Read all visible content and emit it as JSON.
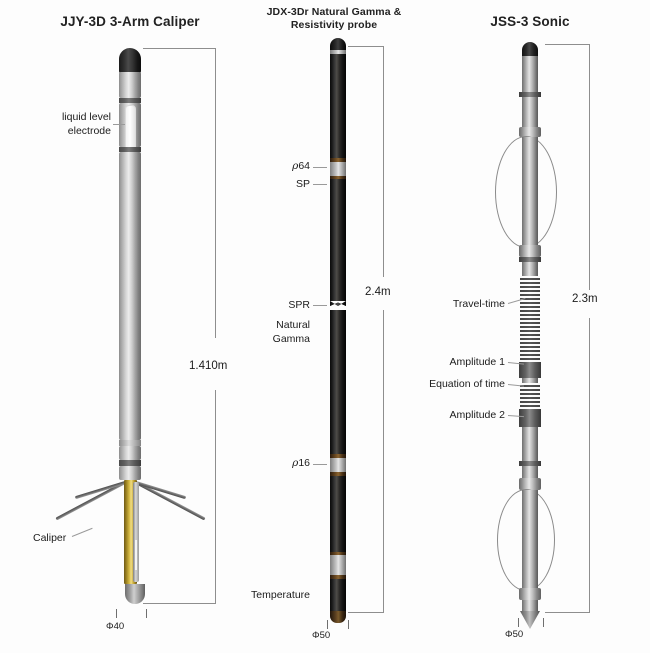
{
  "figure": {
    "background_color": "#fdfdfd",
    "line_color": "#8e8e8e",
    "text_color": "#1a1a1a"
  },
  "probes": [
    {
      "id": "jjy-3d",
      "title": "JJY-3D  3-Arm Caliper",
      "length_label": "1.410m",
      "diameter_label": "Φ40",
      "callouts": [
        {
          "name": "liquid-level-electrode",
          "line1": "liquid level",
          "line2": "electrode"
        },
        {
          "name": "caliper",
          "line1": "Caliper",
          "line2": ""
        }
      ]
    },
    {
      "id": "jdx-3dr",
      "title_line1": "JDX-3Dr Natural Gamma &",
      "title_line2": "Resistivity probe",
      "length_label": "2.4m",
      "diameter_label": "Φ50",
      "callouts": [
        {
          "name": "rho-64",
          "symbol": "ρ",
          "value": "64"
        },
        {
          "name": "sp",
          "label": "SP"
        },
        {
          "name": "spr",
          "label": "SPR"
        },
        {
          "name": "natural-gamma",
          "line1": "Natural",
          "line2": "Gamma"
        },
        {
          "name": "rho-16",
          "symbol": "ρ",
          "value": "16"
        },
        {
          "name": "temperature",
          "label": "Temperature"
        }
      ]
    },
    {
      "id": "jss-3",
      "title": "JSS-3 Sonic",
      "length_label": "2.3m",
      "diameter_label": "Φ50",
      "callouts": [
        {
          "name": "travel-time",
          "label": "Travel-time"
        },
        {
          "name": "amplitude-1",
          "label": "Amplitude 1"
        },
        {
          "name": "equation-of-time",
          "label": "Equation of time"
        },
        {
          "name": "amplitude-2",
          "label": "Amplitude 2"
        }
      ]
    }
  ]
}
